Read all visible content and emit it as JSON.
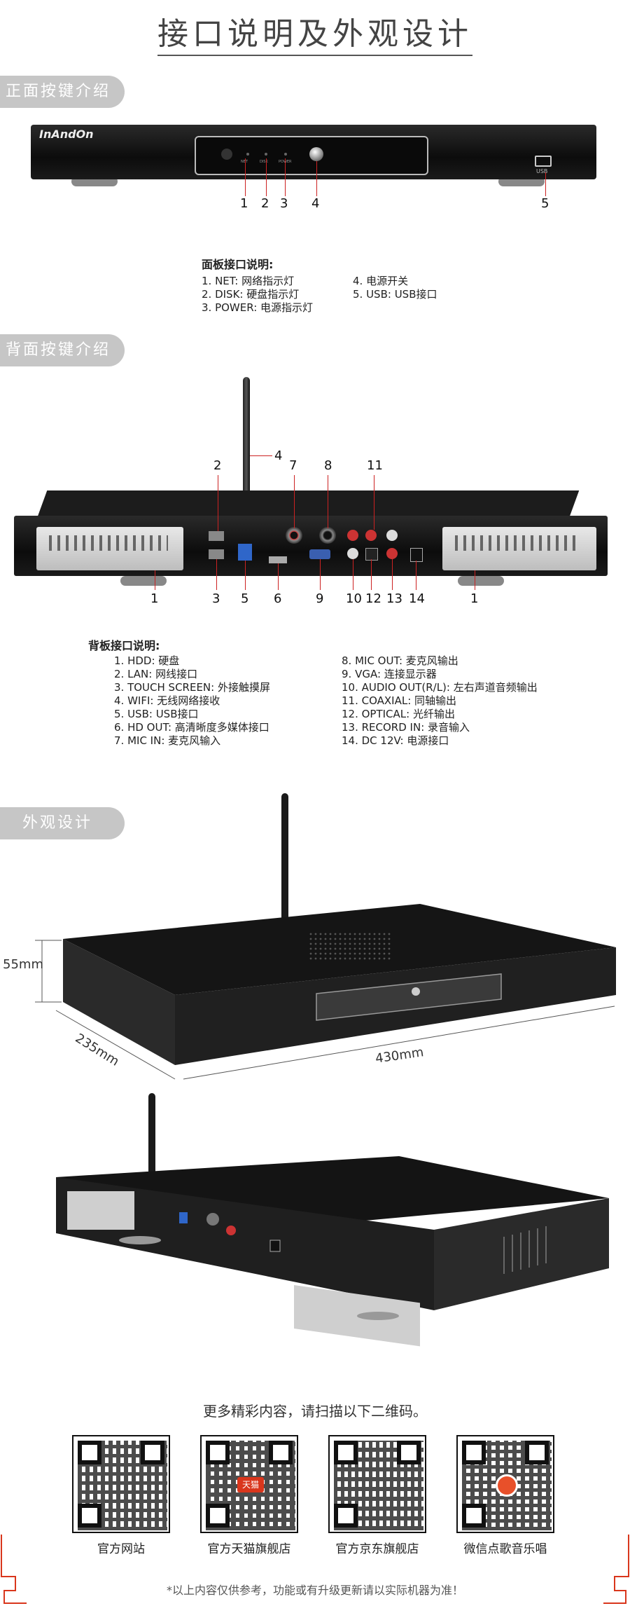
{
  "page_title": "接口说明及外观设计",
  "sections": {
    "front": "正面按键介绍",
    "back": "背面按键介绍",
    "appearance": "外观设计"
  },
  "front_device": {
    "brand": "InAndOn",
    "indicator_labels": [
      "NET",
      "DISK",
      "POWER"
    ],
    "usb_label": "USB",
    "callouts": [
      "1",
      "2",
      "3",
      "4",
      "5"
    ]
  },
  "front_legend": {
    "title": "面板接口说明:",
    "left": [
      "1. NET: 网络指示灯",
      "2. DISK: 硬盘指示灯",
      "3. POWER: 电源指示灯"
    ],
    "right": [
      "4. 电源开关",
      "5. USB: USB接口"
    ]
  },
  "back_device": {
    "callouts_top": [
      "2",
      "4",
      "7",
      "8",
      "11"
    ],
    "callouts_bottom": [
      "1",
      "3",
      "5",
      "6",
      "9",
      "10",
      "12",
      "13",
      "14",
      "1"
    ]
  },
  "back_legend": {
    "title": "背板接口说明:",
    "left": [
      "1. HDD: 硬盘",
      "2. LAN: 网线接口",
      "3. TOUCH SCREEN: 外接触摸屏",
      "4. WIFI: 无线网络接收",
      "5. USB: USB接口",
      "6. HD OUT: 高清晰度多媒体接口",
      "7. MIC IN: 麦克风输入"
    ],
    "right": [
      "8. MIC OUT: 麦克风输出",
      "9. VGA: 连接显示器",
      "10. AUDIO OUT(R/L): 左右声道音频输出",
      "11. COAXIAL: 同轴输出",
      "12. OPTICAL: 光纤输出",
      "13. RECORD IN: 录音输入",
      "14. DC 12V: 电源接口"
    ]
  },
  "dimensions": {
    "height": "55mm",
    "depth": "235mm",
    "width": "430mm"
  },
  "qr_section": {
    "heading": "更多精彩内容，请扫描以下二维码。",
    "tmall_badge": "天猫",
    "items": [
      "官方网站",
      "官方天猫旗舰店",
      "官方京东旗舰店",
      "微信点歌音乐唱"
    ],
    "disclaimer": "*以上内容仅供参考，功能或有升级更新请以实际机器为准！"
  },
  "colors": {
    "tab_bg": "#c6c6c6",
    "callout_line": "#cc2222",
    "device_black": "#111111",
    "accent_red": "#d9361c"
  }
}
